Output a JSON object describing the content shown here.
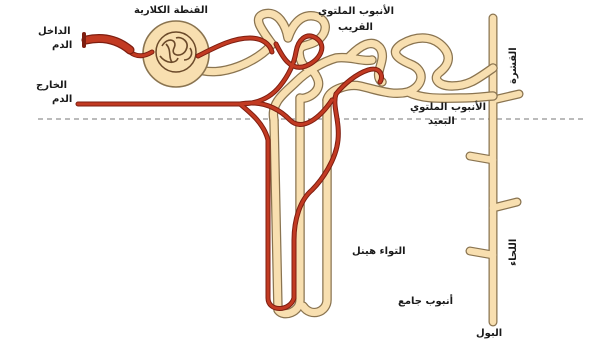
{
  "labels": {
    "glomerulus": "القنطة الكلارية",
    "blood_in_1": "الداخل",
    "blood_in_2": "الدم",
    "blood_out_1": "الخارج",
    "blood_out_2": "الدم",
    "proximal_1": "الأنبوب الملتوي",
    "proximal_2": "القريب",
    "distal_1": "الأنبوب الملتوي",
    "distal_2": "البعيد",
    "henle_loop": "التواء هينل",
    "collecting_tube": "أنبوب جامع",
    "urine": "البول",
    "cortex": "القشرة",
    "medulla": "اللحاء"
  },
  "colors": {
    "tubule_fill": "#f8dfb0",
    "tubule_edge": "#8a7450",
    "vessel_red": "#c23a22",
    "vessel_dark": "#7e1e10",
    "divider": "#777777",
    "background": "#ffffff"
  }
}
